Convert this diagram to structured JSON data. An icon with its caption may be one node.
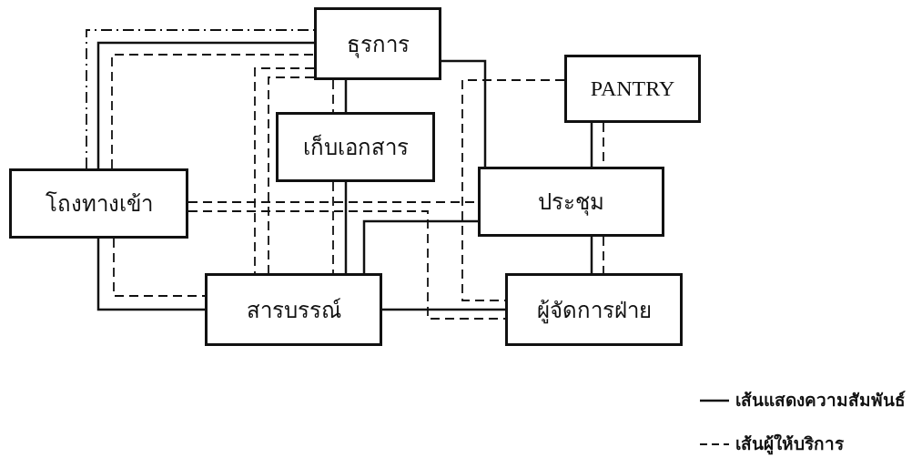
{
  "diagram": {
    "nodes": [
      {
        "text": [
          "ธุรการ"
        ]
      },
      {
        "text": [
          "PANTRY"
        ]
      },
      {
        "text": [
          "เก็บเอกสาร"
        ]
      },
      {
        "text": [
          "โถงทางเข้า"
        ]
      },
      {
        "text": [
          "ประชุม"
        ]
      },
      {
        "text": [
          "สารบรรณ์"
        ]
      },
      {
        "text": [
          "ผู้จัดการฝ่าย"
        ]
      }
    ],
    "edges": [
      {
        "from": 3,
        "to": 0,
        "arrow": "none"
      },
      {
        "from": 3,
        "to": 0,
        "arrow": "none",
        "style": "dashed"
      },
      {
        "from": 3,
        "to": 0,
        "arrow": "none",
        "style": "dashed"
      },
      {
        "from": 0,
        "to": 2,
        "arrow": "none"
      },
      {
        "from": 2,
        "to": 5,
        "arrow": "none"
      },
      {
        "from": 0,
        "to": 4,
        "arrow": "none"
      },
      {
        "from": 0,
        "to": 5,
        "arrow": "none",
        "style": "dashed"
      },
      {
        "from": 0,
        "to": 5,
        "arrow": "none",
        "style": "dashed"
      },
      {
        "from": 0,
        "to": 2,
        "arrow": "none",
        "style": "dashed"
      },
      {
        "from": 2,
        "to": 5,
        "arrow": "none",
        "style": "dashed"
      },
      {
        "from": 1,
        "to": 6,
        "arrow": "none",
        "style": "dashed"
      },
      {
        "from": 1,
        "to": 4,
        "arrow": "none"
      },
      {
        "from": 1,
        "to": 4,
        "arrow": "none",
        "style": "dashed"
      },
      {
        "from": 3,
        "to": 4,
        "arrow": "none",
        "style": "dashed"
      },
      {
        "from": 3,
        "to": 6,
        "arrow": "none",
        "style": "dashed"
      },
      {
        "from": 4,
        "to": 5,
        "arrow": "none"
      },
      {
        "from": 4,
        "to": 6,
        "arrow": "none"
      },
      {
        "from": 4,
        "to": 6,
        "arrow": "none",
        "style": "dashed"
      },
      {
        "from": 3,
        "to": 5,
        "arrow": "none"
      },
      {
        "from": 3,
        "to": 5,
        "arrow": "none",
        "style": "dashed"
      },
      {
        "from": 5,
        "to": 6,
        "arrow": "none"
      }
    ],
    "legend": [
      {
        "text": "เส้นแสดงความสัมพันธ์"
      },
      {
        "text": "เส้นผู้ให้บริการ"
      }
    ]
  }
}
